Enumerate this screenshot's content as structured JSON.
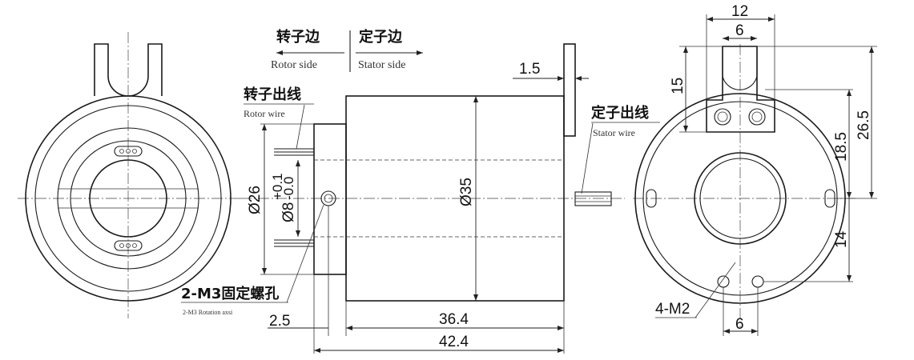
{
  "headings": {
    "rotor_side_cn": "转子边",
    "rotor_side_en": "Rotor side",
    "stator_side_cn": "定子边",
    "stator_side_en": "Stator side",
    "rotor_wire_cn": "转子出线",
    "rotor_wire_en": "Rotor wire",
    "stator_wire_cn": "定子出线",
    "stator_wire_en": "Stator wire",
    "m3_hole_cn": "2-M3固定螺孔",
    "m3_hole_en": "2-M3 Rotation axsi",
    "m2_label": "4-M2"
  },
  "dimensions": {
    "flange_thickness": "1.5",
    "rotor_diameter": "Ø26",
    "bore": "Ø8",
    "bore_tol_upper": "+0.1",
    "bore_tol_lower": "-0.0",
    "body_diameter": "Ø35",
    "step_length": "2.5",
    "body_length": "36.4",
    "total_length": "42.4",
    "tab_width": "12",
    "slot_width": "6",
    "tab_height": "15",
    "tab_to_center": "26.5",
    "hole_offset_upper": "18.5",
    "hole_offset_lower": "14",
    "m2_spacing": "6"
  }
}
